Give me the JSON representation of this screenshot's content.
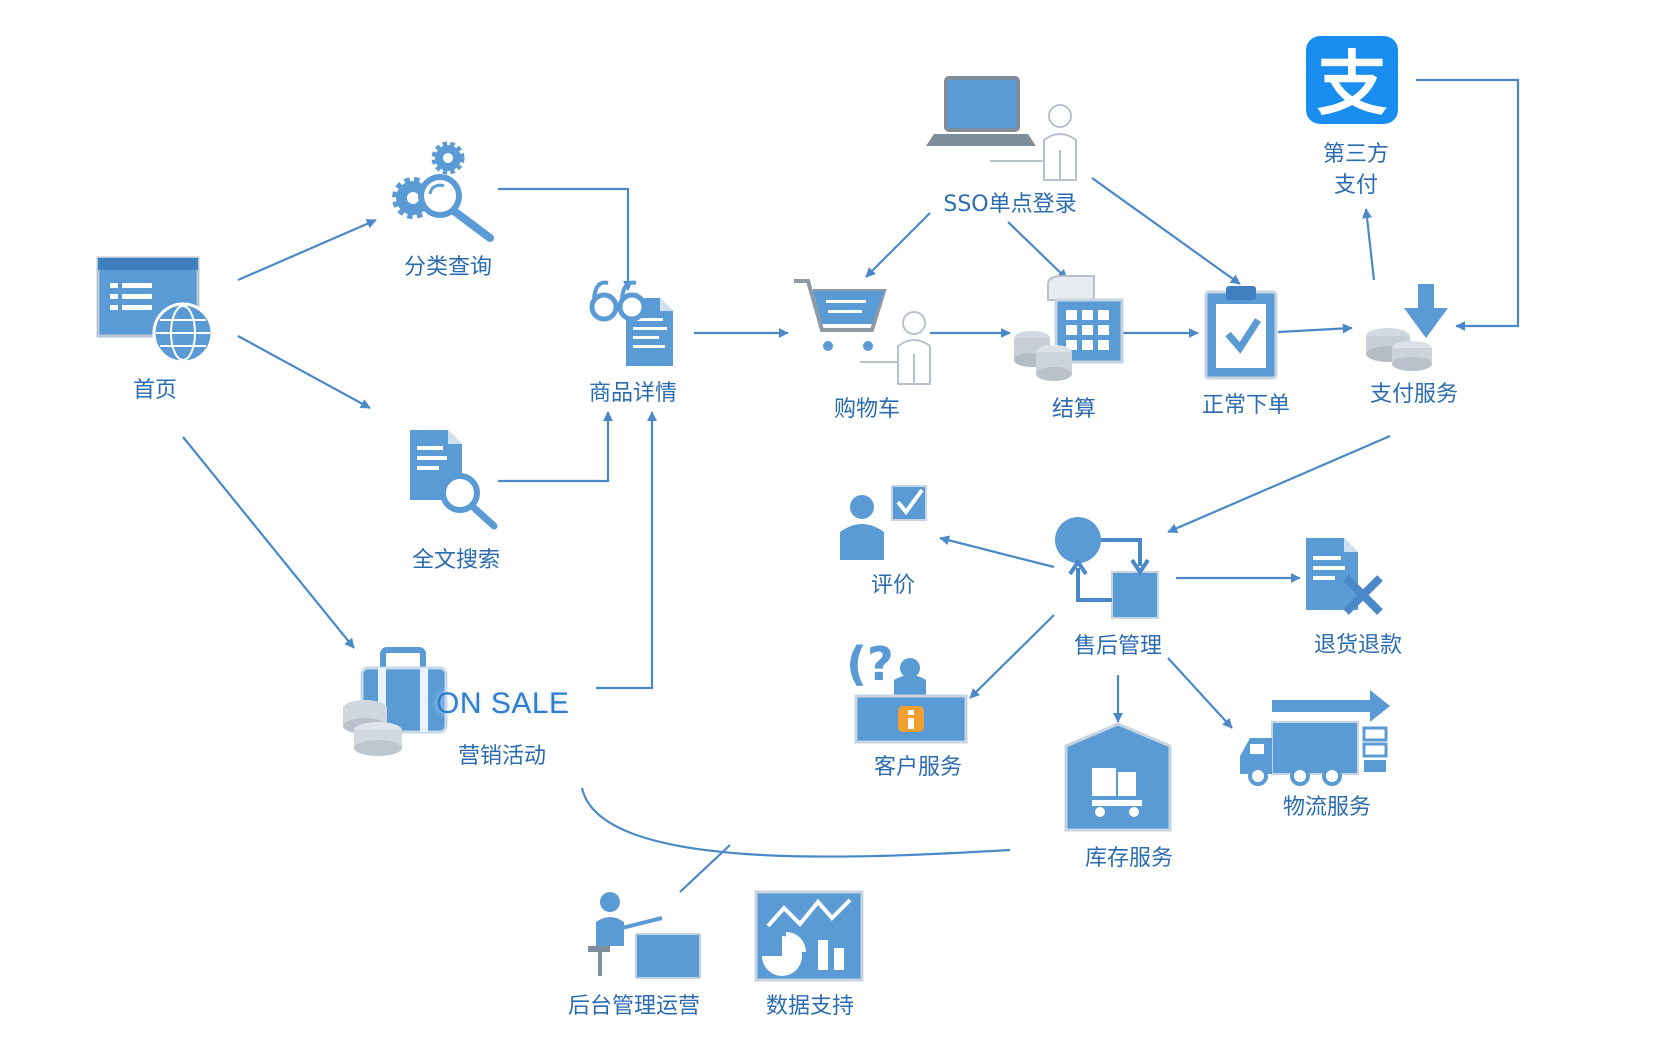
{
  "colors": {
    "line": "#4a88c8",
    "icon": "#5b9bd5",
    "icon_dark": "#3f7fbf",
    "text": "#2b6cb0",
    "light": "#e8eef5"
  },
  "nodes": {
    "home": {
      "label": "首页",
      "icon": "browser-globe-icon"
    },
    "category": {
      "label": "分类查询",
      "icon": "gears-search-icon"
    },
    "fulltext": {
      "label": "全文搜索",
      "icon": "document-search-icon"
    },
    "marketing": {
      "label": "营销活动",
      "badge": "ON SALE",
      "icon": "sale-luggage-icon"
    },
    "product": {
      "label": "商品详情",
      "icon": "glasses-document-icon"
    },
    "sso": {
      "label": "SSO单点登录",
      "icon": "laptop-user-icon"
    },
    "cart": {
      "label": "购物车",
      "icon": "cart-user-icon"
    },
    "checkout": {
      "label": "结算",
      "icon": "calculator-icon"
    },
    "order": {
      "label": "正常下单",
      "icon": "clipboard-check-icon"
    },
    "payment": {
      "label": "支付服务",
      "icon": "payment-arrow-icon"
    },
    "thirdpay": {
      "label_line1": "第三方",
      "label_line2": "支付",
      "logo_char": "支",
      "icon": "alipay-logo-icon"
    },
    "aftersale": {
      "label": "售后管理",
      "icon": "workflow-icon"
    },
    "review": {
      "label": "评价",
      "icon": "user-check-icon"
    },
    "refund": {
      "label": "退货退款",
      "icon": "document-cancel-icon"
    },
    "custsvc": {
      "label": "客户服务",
      "icon": "help-desk-icon"
    },
    "inventory": {
      "label": "库存服务",
      "icon": "warehouse-forklift-icon"
    },
    "logistics": {
      "label": "物流服务",
      "icon": "truck-icon"
    },
    "backend": {
      "label": "后台管理运营",
      "icon": "admin-desk-icon"
    },
    "data": {
      "label": "数据支持",
      "icon": "dashboard-chart-icon"
    }
  }
}
